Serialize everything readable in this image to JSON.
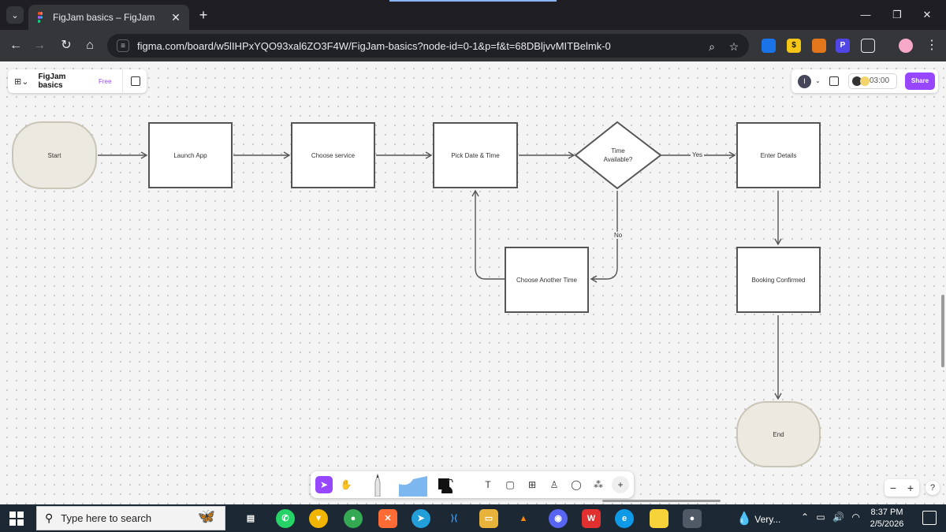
{
  "browser": {
    "tab_title": "FigJam basics – FigJam",
    "tab_menu_icon": "chevron-down-icon",
    "url": "figma.com/board/w5lIHPxYQO93xal6ZO3F4W/FigJam-basics?node-id=0-1&p=f&t=68DBljvvMITBelmk-0"
  },
  "figjam": {
    "file_name": "FigJam basics",
    "plan_badge": "Free",
    "avatar_initial": "I",
    "timer": "03:00",
    "share_label": "Share",
    "accent_color": "#9747ff"
  },
  "flowchart": {
    "nodes": {
      "start": "Start",
      "launch_app": "Launch App",
      "choose_service": "Choose service",
      "pick_date_time": "Pick Date & Time",
      "time_available": "Time Available?",
      "enter_details": "Enter Details",
      "choose_another_time": "Choose Another Time",
      "booking_confirmed": "Booking Confirmed",
      "end": "End"
    },
    "edge_labels": {
      "yes": "Yes",
      "no": "No"
    }
  },
  "toolbar_tools": [
    "pointer-icon",
    "hand-icon",
    "pen-icon",
    "shape-icon",
    "sticky-icon",
    "text-icon",
    "section-icon",
    "table-icon",
    "stamp-icon",
    "comment-icon",
    "more-tools-icon",
    "plus-icon"
  ],
  "taskbar": {
    "search_placeholder": "Type here to search",
    "weather_text": "Very...",
    "time": "8:37 PM",
    "date": "2/5/2026"
  }
}
